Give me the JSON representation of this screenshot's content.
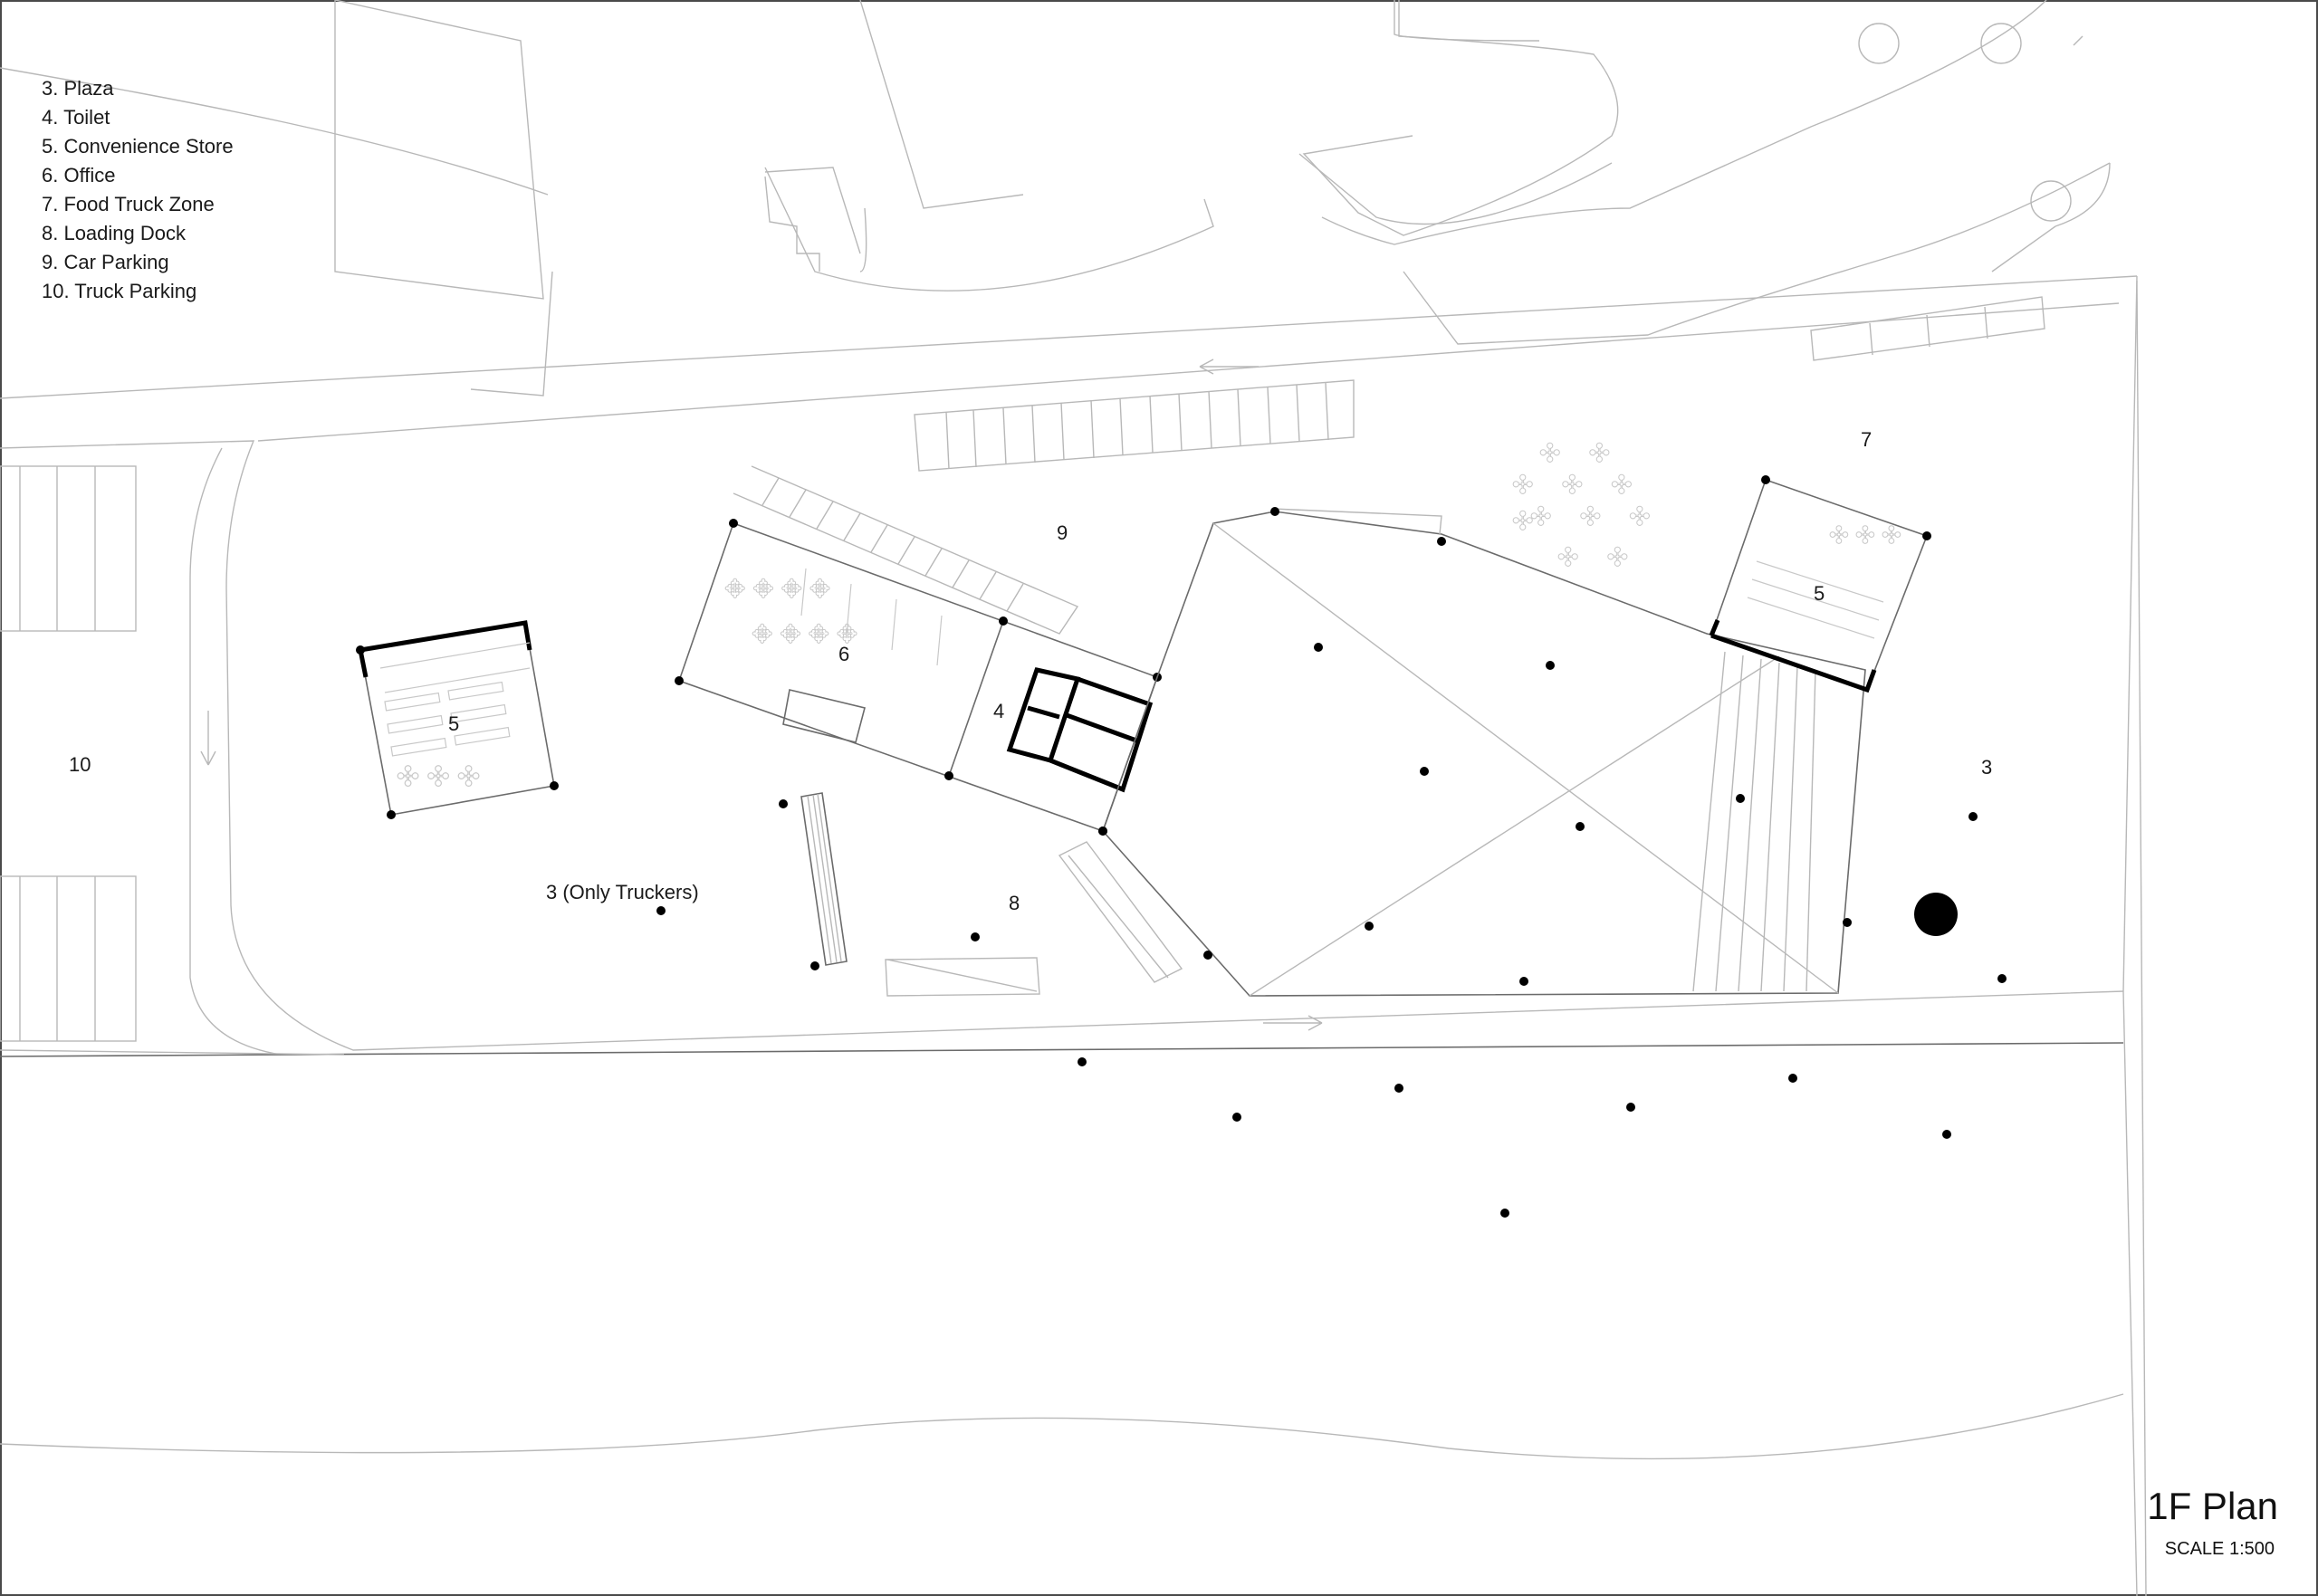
{
  "legend": [
    "3. Plaza",
    "4. Toilet",
    "5. Convenience Store",
    "6. Office",
    "7. Food Truck Zone",
    "8. Loading Dock",
    "9. Car Parking",
    "10. Truck Parking"
  ],
  "title": "1F Plan",
  "scale": "SCALE 1:500",
  "labels": {
    "store_west": "5",
    "store_east": "5",
    "office": "6",
    "toilet": "4",
    "car_parking": "9",
    "food_truck": "7",
    "truck_parking": "10",
    "plaza": "3",
    "plaza_truckers": "3 (Only Truckers)",
    "loading_dock": "8"
  },
  "colors": {
    "ink": "#000000",
    "thin_line": "#b8b8b8",
    "mid_line": "#6b6b6b"
  }
}
